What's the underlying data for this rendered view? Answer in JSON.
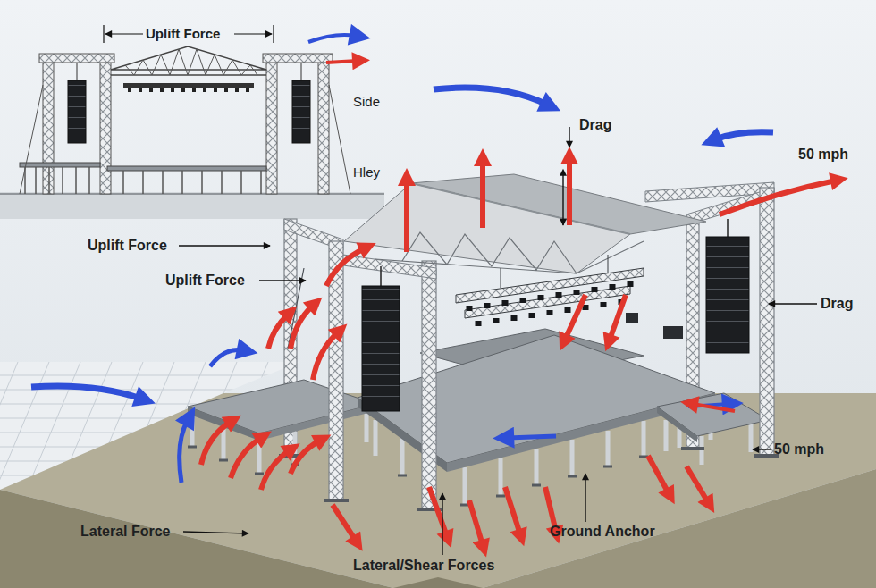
{
  "diagram": {
    "labels": [
      "Uplift Force",
      "Side",
      "Drag",
      "50 mph",
      "Hley",
      "Uplift Force",
      "Uplift Force",
      "Drag",
      "50 mph",
      "Lateral Force",
      "Ground Anchor",
      "Lateral/Shear Forces"
    ]
  }
}
